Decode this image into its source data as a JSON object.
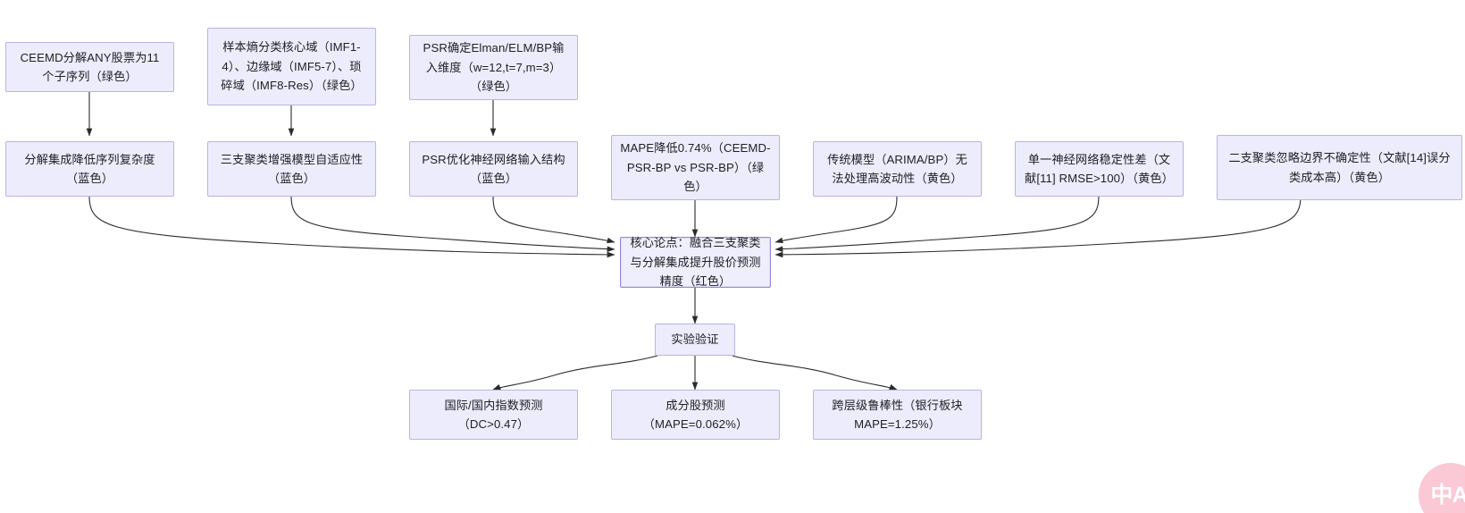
{
  "diagram": {
    "type": "flowchart",
    "title": "",
    "background_color": "#ffffff",
    "node_fill": "#ececfc",
    "node_border": "#b9b3e6",
    "core_node_border": "#9a86d4",
    "edge_color": "#333333",
    "watermark": {
      "text": "中A",
      "color": "#f9a8bd"
    }
  },
  "nodes": {
    "evidence_row": [
      {
        "id": "ev1",
        "text": "CEEMD分解ANY股票为11个子序列（绿色）"
      },
      {
        "id": "ev2",
        "text": "样本熵分类核心域（IMF1-4）、边缘域（IMF5-7）、琐碎域（IMF8-Res）（绿色）"
      },
      {
        "id": "ev3",
        "text": "PSR确定Elman/ELM/BP输入维度（w=12,t=7,m=3）（绿色）"
      }
    ],
    "claim_row": [
      {
        "id": "cl1",
        "text": "分解集成降低序列复杂度（蓝色）"
      },
      {
        "id": "cl2",
        "text": "三支聚类增强模型自适应性（蓝色）"
      },
      {
        "id": "cl3",
        "text": "PSR优化神经网络输入结构（蓝色）"
      },
      {
        "id": "cl4",
        "text": "MAPE降低0.74%（CEEMD-PSR-BP vs PSR-BP）（绿色）"
      },
      {
        "id": "cl5",
        "text": "传统模型（ARIMA/BP）无法处理高波动性（黄色）"
      },
      {
        "id": "cl6",
        "text": "单一神经网络稳定性差（文献[11] RMSE>100）（黄色）"
      },
      {
        "id": "cl7",
        "text": "二支聚类忽略边界不确定性（文献[14]误分类成本高）（黄色）"
      }
    ],
    "core": {
      "id": "core",
      "text": "核心论点：融合三支聚类与分解集成提升股价预测精度（红色）"
    },
    "verification": {
      "id": "verify",
      "text": "实验验证"
    },
    "results_row": [
      {
        "id": "rs1",
        "text": "国际/国内指数预测（DC>0.47）"
      },
      {
        "id": "rs2",
        "text": "成分股预测（MAPE=0.062%）"
      },
      {
        "id": "rs3",
        "text": "跨层级鲁棒性（银行板块MAPE=1.25%）"
      }
    ]
  }
}
